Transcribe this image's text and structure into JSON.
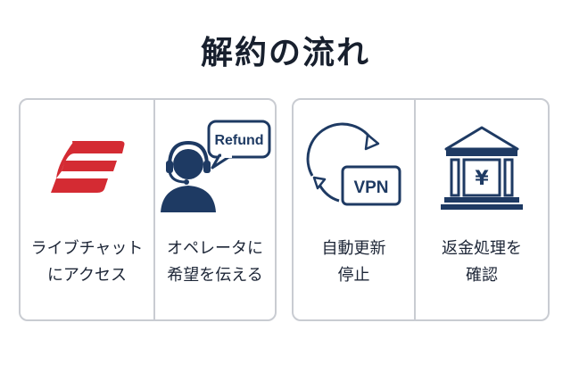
{
  "title": "解約の流れ",
  "colors": {
    "navy": "#1e3a63",
    "red": "#d42b33",
    "border": "#c9ccd2"
  },
  "steps": [
    {
      "icon": "expressvpn-logo-icon",
      "line1": "ライブチャット",
      "line2": "にアクセス"
    },
    {
      "icon": "operator-headset-icon",
      "bubble": "Refund",
      "line1": "オペレータに",
      "line2": "希望を伝える"
    },
    {
      "icon": "vpn-renewal-cycle-icon",
      "badge": "VPN",
      "line1": "自動更新",
      "line2": "停止"
    },
    {
      "icon": "bank-yen-icon",
      "symbol": "¥",
      "line1": "返金処理を",
      "line2": "確認"
    }
  ]
}
